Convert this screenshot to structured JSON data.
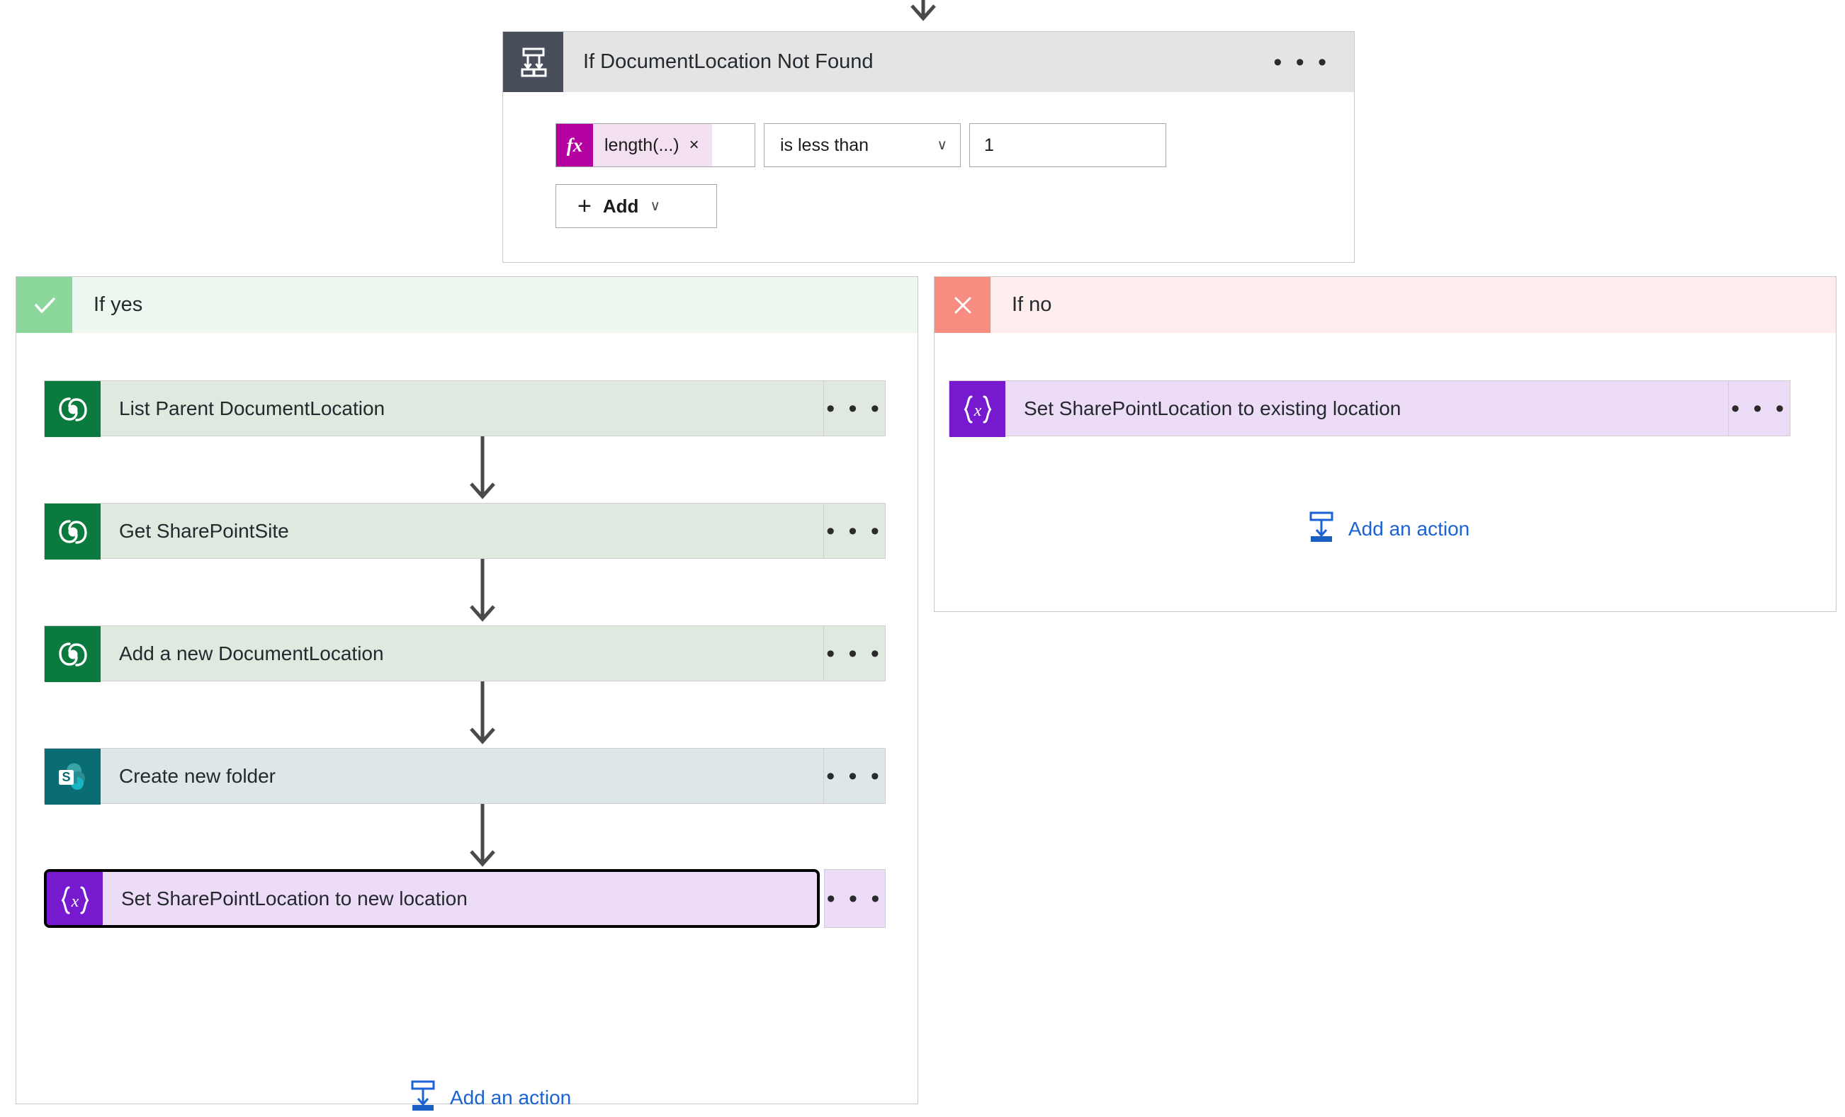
{
  "flow": {
    "condition": {
      "title": "If DocumentLocation Not Found",
      "icon": "condition-branch-icon",
      "menu": "• • •",
      "row": {
        "token": {
          "fx_badge": "fx",
          "label": "length(...)",
          "close": "×"
        },
        "operator": {
          "value": "is less than",
          "chevron": "∨"
        },
        "value": "1"
      },
      "add_button": {
        "plus": "+",
        "label": "Add",
        "chevron": "∨"
      }
    },
    "branches": [
      {
        "key": "yes",
        "label": "If yes",
        "badge_icon": "check-icon",
        "actions": [
          {
            "label": "List Parent DocumentLocation",
            "theme": "dataverse",
            "icon": "dataverse-icon",
            "menu": "• • •",
            "selected": false
          },
          {
            "label": "Get SharePointSite",
            "theme": "dataverse",
            "icon": "dataverse-icon",
            "menu": "• • •",
            "selected": false
          },
          {
            "label": "Add a new DocumentLocation",
            "theme": "dataverse",
            "icon": "dataverse-icon",
            "menu": "• • •",
            "selected": false
          },
          {
            "label": "Create new folder",
            "theme": "sharepoint",
            "icon": "sharepoint-icon",
            "menu": "• • •",
            "selected": false
          },
          {
            "label": "Set SharePointLocation to new location",
            "theme": "variable",
            "icon": "variable-braces-icon",
            "menu": "• • •",
            "selected": true
          }
        ],
        "add_action": {
          "label": "Add an action",
          "icon": "insert-below-icon"
        }
      },
      {
        "key": "no",
        "label": "If no",
        "badge_icon": "close-x-icon",
        "actions": [
          {
            "label": "Set SharePointLocation to existing location",
            "theme": "variable",
            "icon": "variable-braces-icon",
            "menu": "• • •",
            "selected": false
          }
        ],
        "add_action": {
          "label": "Add an action",
          "icon": "insert-below-icon"
        }
      }
    ]
  },
  "colors": {
    "condition_icon_bg": "#484f5a",
    "condition_header_bg": "#e4e4e4",
    "yes_badge": "#8bd79c",
    "yes_header": "#eef7ef",
    "no_badge": "#f98c80",
    "no_header": "#fdeeed",
    "dataverse_icon": "#0b7a3e",
    "dataverse_card": "#dfe9e0",
    "sharepoint_icon": "#0b6d74",
    "sharepoint_card": "#dde7e8",
    "variable_icon": "#7719cf",
    "variable_card": "#ecdcf7",
    "fx_badge": "#b4009e",
    "fx_chip": "#f3e1f1",
    "link_blue": "#1b63d4",
    "connector": "#4a4a4a",
    "selection_border": "#000000"
  }
}
